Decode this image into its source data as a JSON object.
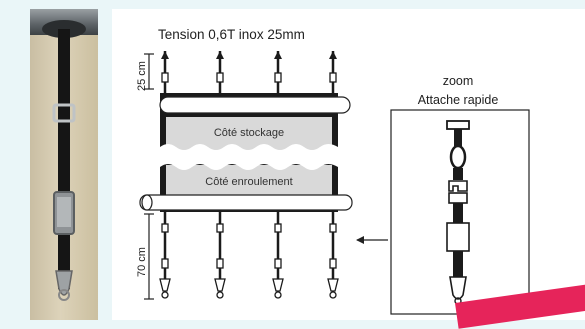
{
  "diagram": {
    "title": "Tension 0,6T inox 25mm",
    "top_dimension": "25 cm",
    "bottom_dimension": "70 cm",
    "storage_label": "Côté stockage",
    "rolling_label": "Côté enroulement",
    "zoom_title": "zoom",
    "zoom_subtitle": "Attache rapide"
  },
  "colors": {
    "accent": "#e6245a",
    "strap": "#1b1b1b",
    "panel_fill": "#d9d9d9",
    "background": "#eaf6f8"
  }
}
